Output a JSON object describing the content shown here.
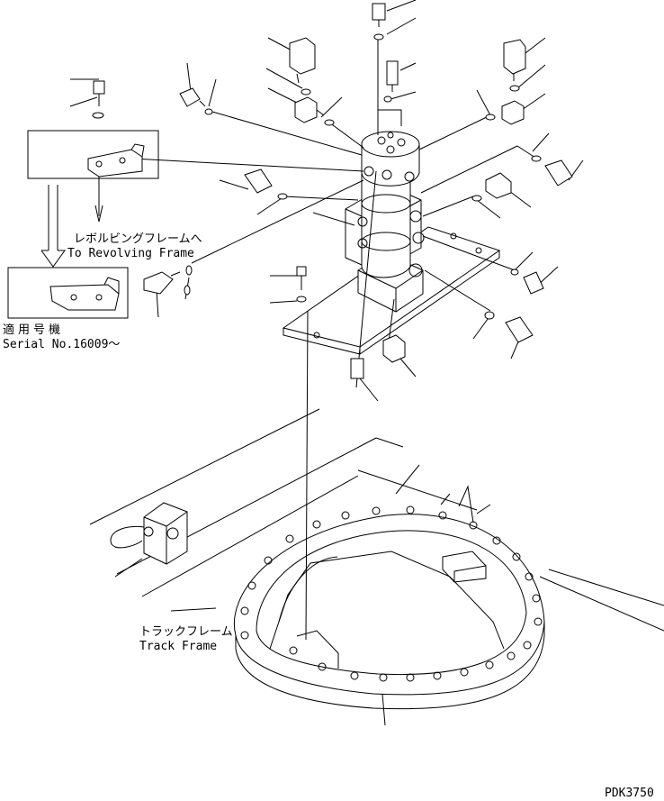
{
  "labels": {
    "revolving_frame_jp": "レボルビングフレームへ",
    "revolving_frame_en": "To Revolving Frame",
    "applicable_serial_jp": "適用号機",
    "serial_no": "Serial No.16009～",
    "track_frame_jp": "トラックフレーム",
    "track_frame_en": "Track Frame",
    "drawing_code": "PDK3750"
  }
}
